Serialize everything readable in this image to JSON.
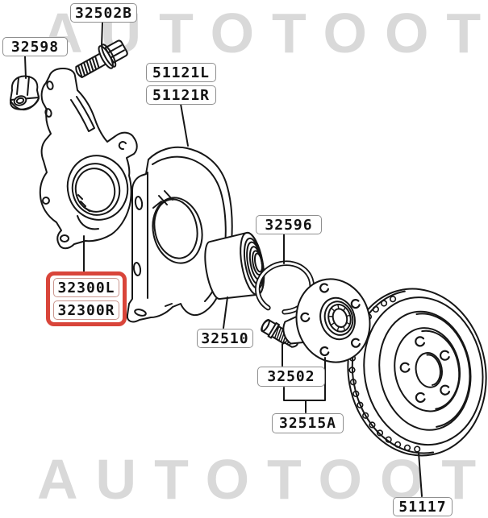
{
  "watermark": {
    "text": "AUTOTOOT",
    "color": "#d9d9d9"
  },
  "highlight": {
    "color": "#d9453a"
  },
  "labels": {
    "bolt": "32502B",
    "nut": "32598",
    "dust_shield_left": "51121L",
    "dust_shield_right": "51121R",
    "snap_ring": "32596",
    "knuckle_left": "32300L",
    "knuckle_right": "32300R",
    "bearing": "32510",
    "hub_bolt": "32502",
    "hub": "32515A",
    "brake_disc": "51117"
  }
}
